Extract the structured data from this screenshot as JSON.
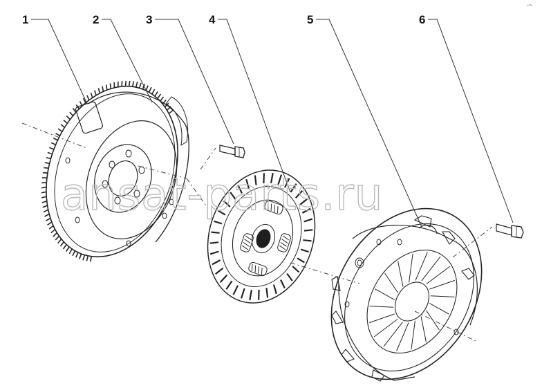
{
  "diagram": {
    "callouts": [
      {
        "number": "1"
      },
      {
        "number": "2"
      },
      {
        "number": "3"
      },
      {
        "number": "4"
      },
      {
        "number": "5"
      },
      {
        "number": "6"
      }
    ],
    "watermark": "ansat-parts.ru",
    "corner_mark": "-~"
  }
}
